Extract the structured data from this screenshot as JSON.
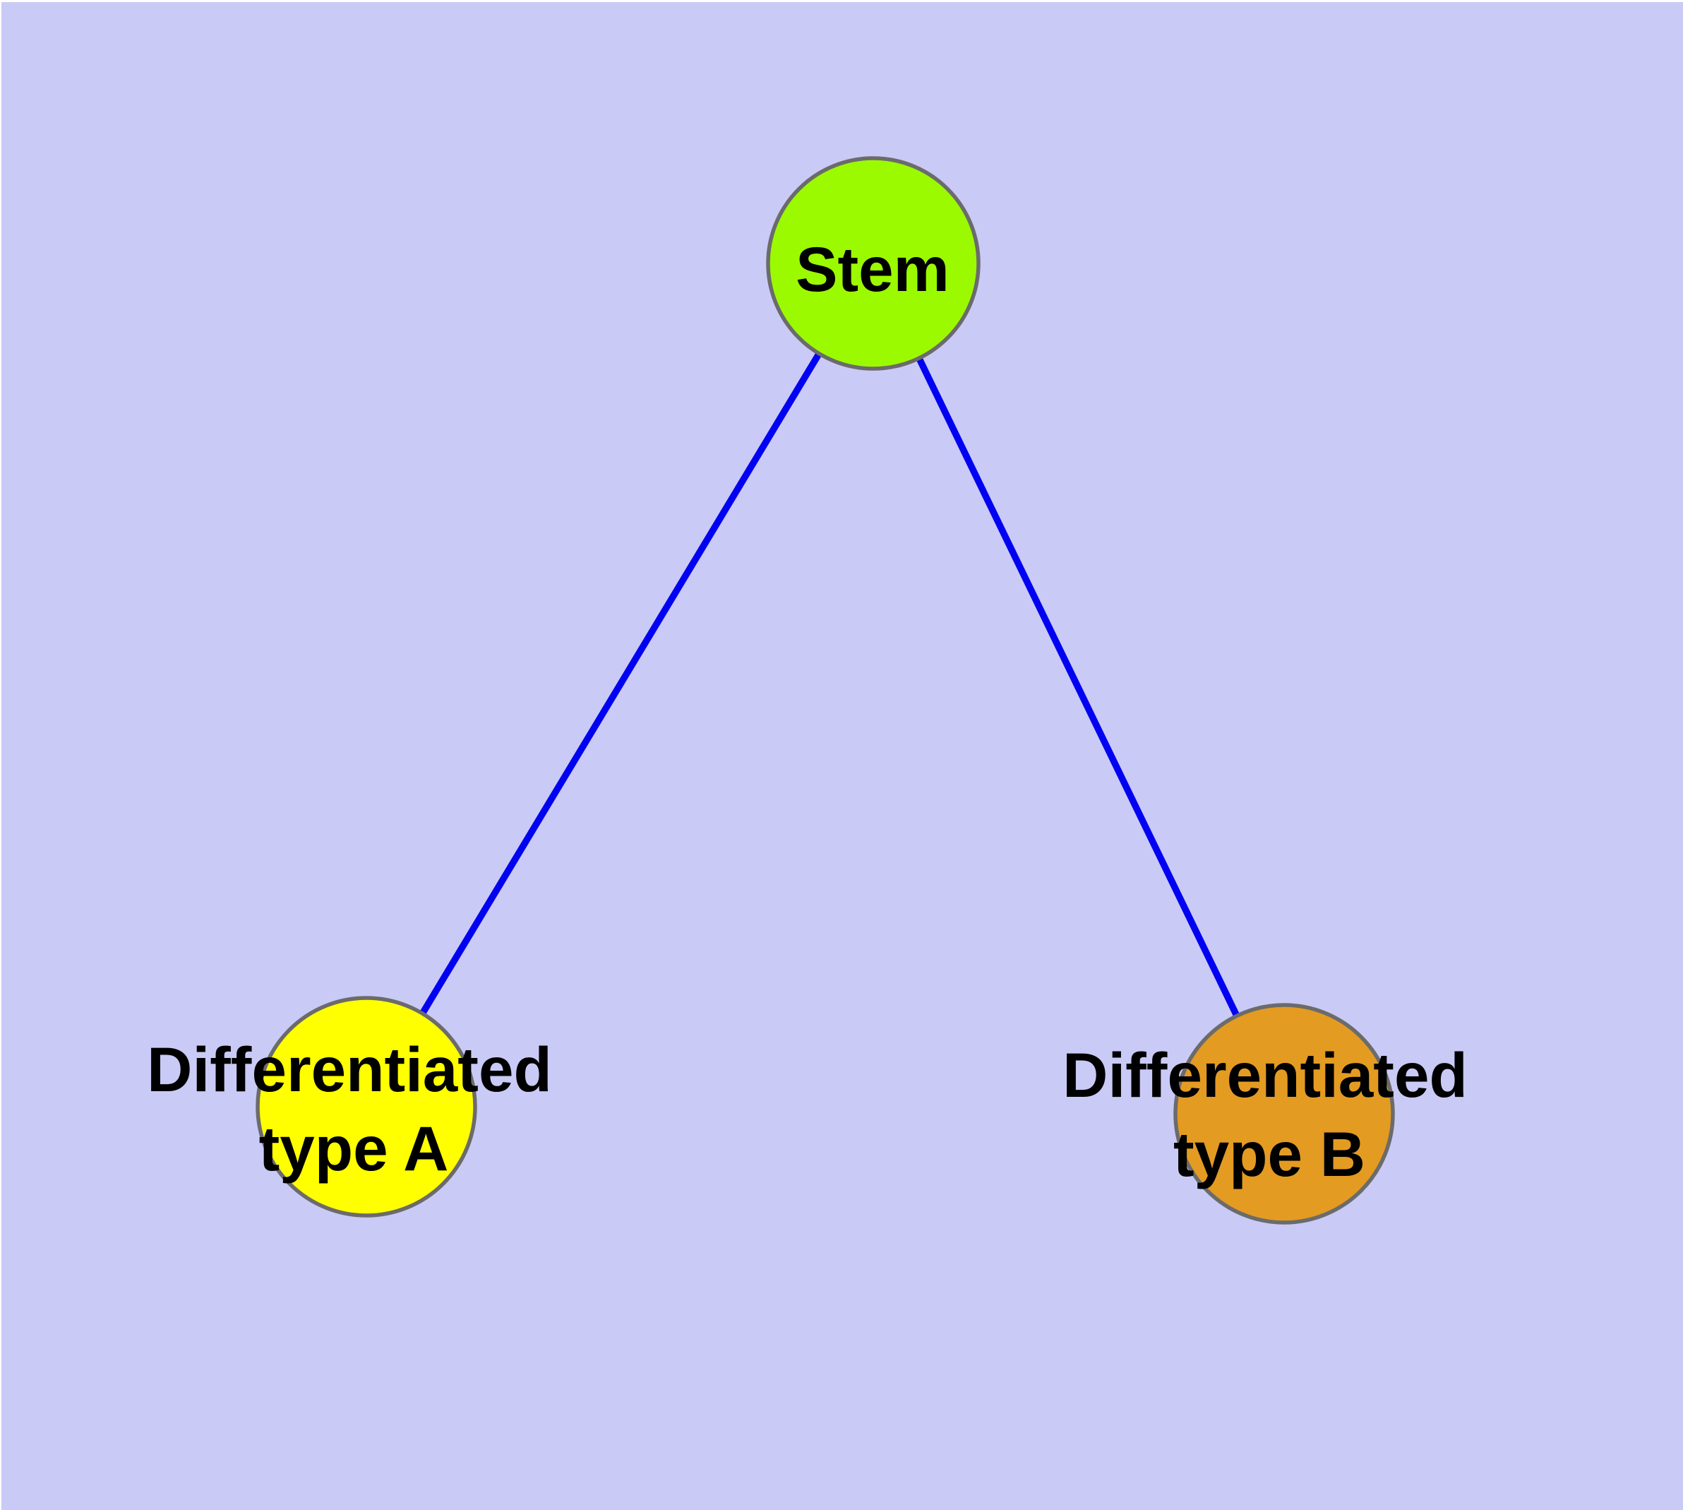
{
  "diagram": {
    "type": "graph",
    "background_color": "#CACAF6",
    "frame_color": "#FFFFFF",
    "edge_color": "#0202F2",
    "node_border_color": "#6B6B6B",
    "label_color": "#000000",
    "nodes": [
      {
        "id": "stem",
        "label": "Stem",
        "color": "#9BFA00"
      },
      {
        "id": "differentiated-type-a",
        "label": "Differentiated type A",
        "label_line1": "Differentiated",
        "label_line2": "type A",
        "color": "#FFFF00"
      },
      {
        "id": "differentiated-type-b",
        "label": "Differentiated type B",
        "label_line1": "Differentiated",
        "label_line2": "type B",
        "color": "#E49B22"
      }
    ],
    "edges": [
      {
        "from": "stem",
        "to": "differentiated-type-a"
      },
      {
        "from": "stem",
        "to": "differentiated-type-b"
      }
    ]
  }
}
